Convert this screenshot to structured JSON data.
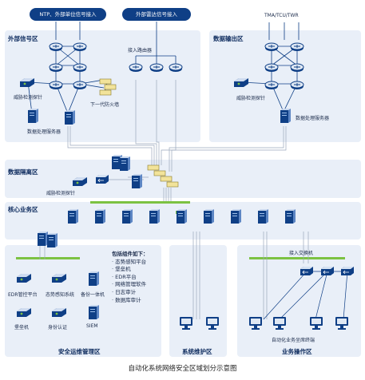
{
  "top": {
    "ntp_pill": "NTP、外部单位信号接入",
    "radar_pill": "外部雷达信号接入",
    "tma_label": "TMA/TCU/TWR"
  },
  "zones": {
    "external": "外部信号区",
    "output": "数据输出区",
    "isolation": "数据隔离区",
    "core": "核心业务区",
    "secops": "安全运维管理区",
    "sysmaint": "系统维护区",
    "bizops": "业务操作区"
  },
  "labels": {
    "threat_probe_1": "威胁检测探针",
    "next_gen_fw": "下一代防火墙",
    "data_server_1": "数据处理服务器",
    "access_router": "接入路由器",
    "threat_probe_2": "威胁检测探针",
    "data_server_2": "数据处理服务器",
    "threat_probe_3": "威胁检测探针",
    "edr_console": "EDR管控平台",
    "situation_system": "态势感知系统",
    "backup_appliance": "备份一体机",
    "bastion": "堡垒机",
    "identity_auth": "身份认证",
    "siem": "SIEM",
    "access_switch": "接入交换机",
    "automation_terminal": "自动化业务坐席终端"
  },
  "components": {
    "title": "包括组件如下：",
    "items": [
      "态势感知平台",
      "堡垒机",
      "EDR平台",
      "网络管理软件",
      "日志审计",
      "数据库审计"
    ]
  },
  "caption": "自动化系统网络安全区域划分示意图",
  "colors": {
    "navy": "#0f3f86",
    "zone_bg": "#e9eff8",
    "green_bar": "#7cc242",
    "firewall_yellow": "#f2e39a"
  }
}
